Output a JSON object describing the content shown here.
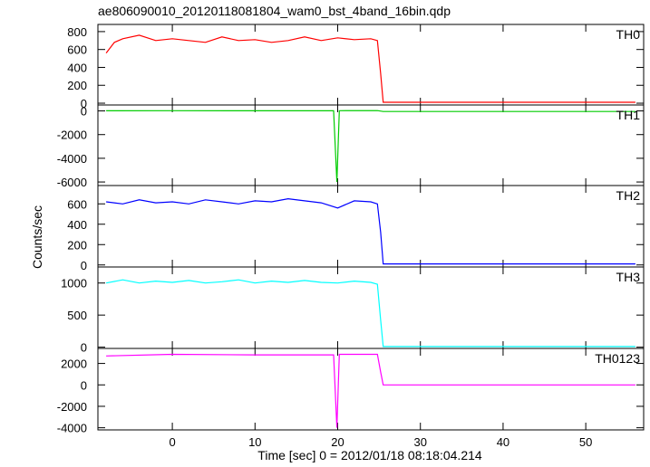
{
  "chart_data": {
    "type": "line",
    "title": "ae806090010_20120118081804_wam0_bst_4band_16bin.qdp",
    "xlabel": "Time [sec] 0 = 2012/01/18 08:18:04.214",
    "ylabel": "Counts/sec",
    "xlim": [
      -9,
      57
    ],
    "xticks": [
      0,
      10,
      20,
      30,
      40,
      50
    ],
    "grid": false,
    "panels": [
      {
        "name": "TH0",
        "color": "#ff0000",
        "ylim": [
          -20,
          880
        ],
        "yticks": [
          0,
          200,
          400,
          600,
          800
        ],
        "series": [
          {
            "x": -8,
            "y": 560
          },
          {
            "x": -7,
            "y": 680
          },
          {
            "x": -6,
            "y": 720
          },
          {
            "x": -4,
            "y": 760
          },
          {
            "x": -2,
            "y": 700
          },
          {
            "x": 0,
            "y": 720
          },
          {
            "x": 2,
            "y": 700
          },
          {
            "x": 4,
            "y": 680
          },
          {
            "x": 6,
            "y": 740
          },
          {
            "x": 8,
            "y": 700
          },
          {
            "x": 10,
            "y": 710
          },
          {
            "x": 12,
            "y": 680
          },
          {
            "x": 14,
            "y": 700
          },
          {
            "x": 16,
            "y": 740
          },
          {
            "x": 18,
            "y": 700
          },
          {
            "x": 20,
            "y": 730
          },
          {
            "x": 22,
            "y": 710
          },
          {
            "x": 24,
            "y": 720
          },
          {
            "x": 24.8,
            "y": 700
          },
          {
            "x": 25.2,
            "y": 330
          },
          {
            "x": 25.5,
            "y": 10
          },
          {
            "x": 56,
            "y": 10
          }
        ]
      },
      {
        "name": "TH1",
        "color": "#00cc00",
        "ylim": [
          -6300,
          500
        ],
        "yticks": [
          0,
          -2000,
          -4000,
          -6000
        ],
        "series": [
          {
            "x": -8,
            "y": 10
          },
          {
            "x": 0,
            "y": 20
          },
          {
            "x": 10,
            "y": 10
          },
          {
            "x": 19.5,
            "y": 10
          },
          {
            "x": 19.9,
            "y": -6000
          },
          {
            "x": 20.2,
            "y": 20
          },
          {
            "x": 24.8,
            "y": 30
          },
          {
            "x": 25.5,
            "y": -50
          },
          {
            "x": 56,
            "y": -50
          }
        ]
      },
      {
        "name": "TH2",
        "color": "#0000ff",
        "ylim": [
          -20,
          780
        ],
        "yticks": [
          0,
          200,
          400,
          600
        ],
        "series": [
          {
            "x": -8,
            "y": 620
          },
          {
            "x": -6,
            "y": 600
          },
          {
            "x": -4,
            "y": 640
          },
          {
            "x": -2,
            "y": 610
          },
          {
            "x": 0,
            "y": 620
          },
          {
            "x": 2,
            "y": 600
          },
          {
            "x": 4,
            "y": 640
          },
          {
            "x": 6,
            "y": 620
          },
          {
            "x": 8,
            "y": 600
          },
          {
            "x": 10,
            "y": 630
          },
          {
            "x": 12,
            "y": 620
          },
          {
            "x": 14,
            "y": 650
          },
          {
            "x": 16,
            "y": 630
          },
          {
            "x": 18,
            "y": 610
          },
          {
            "x": 20,
            "y": 560
          },
          {
            "x": 22,
            "y": 630
          },
          {
            "x": 24,
            "y": 620
          },
          {
            "x": 24.8,
            "y": 600
          },
          {
            "x": 25.2,
            "y": 320
          },
          {
            "x": 25.5,
            "y": 10
          },
          {
            "x": 56,
            "y": 10
          }
        ]
      },
      {
        "name": "TH3",
        "color": "#00ffff",
        "ylim": [
          -20,
          1250
        ],
        "yticks": [
          0,
          500,
          1000
        ],
        "series": [
          {
            "x": -8,
            "y": 1000
          },
          {
            "x": -6,
            "y": 1050
          },
          {
            "x": -4,
            "y": 1000
          },
          {
            "x": -2,
            "y": 1030
          },
          {
            "x": 0,
            "y": 1010
          },
          {
            "x": 2,
            "y": 1040
          },
          {
            "x": 4,
            "y": 1000
          },
          {
            "x": 6,
            "y": 1020
          },
          {
            "x": 8,
            "y": 1050
          },
          {
            "x": 10,
            "y": 1000
          },
          {
            "x": 12,
            "y": 1030
          },
          {
            "x": 14,
            "y": 1010
          },
          {
            "x": 16,
            "y": 1040
          },
          {
            "x": 18,
            "y": 1010
          },
          {
            "x": 20,
            "y": 1000
          },
          {
            "x": 22,
            "y": 1030
          },
          {
            "x": 24,
            "y": 1010
          },
          {
            "x": 24.8,
            "y": 980
          },
          {
            "x": 25.2,
            "y": 420
          },
          {
            "x": 25.5,
            "y": 10
          },
          {
            "x": 56,
            "y": 10
          }
        ]
      },
      {
        "name": "TH0123",
        "color": "#ff00ff",
        "ylim": [
          -4200,
          3400
        ],
        "yticks": [
          2000,
          0,
          -2000,
          -4000
        ],
        "series": [
          {
            "x": -8,
            "y": 2700
          },
          {
            "x": 0,
            "y": 2850
          },
          {
            "x": 10,
            "y": 2800
          },
          {
            "x": 19.5,
            "y": 2800
          },
          {
            "x": 19.9,
            "y": -4000
          },
          {
            "x": 20.2,
            "y": 2850
          },
          {
            "x": 24.8,
            "y": 2850
          },
          {
            "x": 25.2,
            "y": 1200
          },
          {
            "x": 25.5,
            "y": 0
          },
          {
            "x": 56,
            "y": 0
          }
        ]
      }
    ]
  }
}
